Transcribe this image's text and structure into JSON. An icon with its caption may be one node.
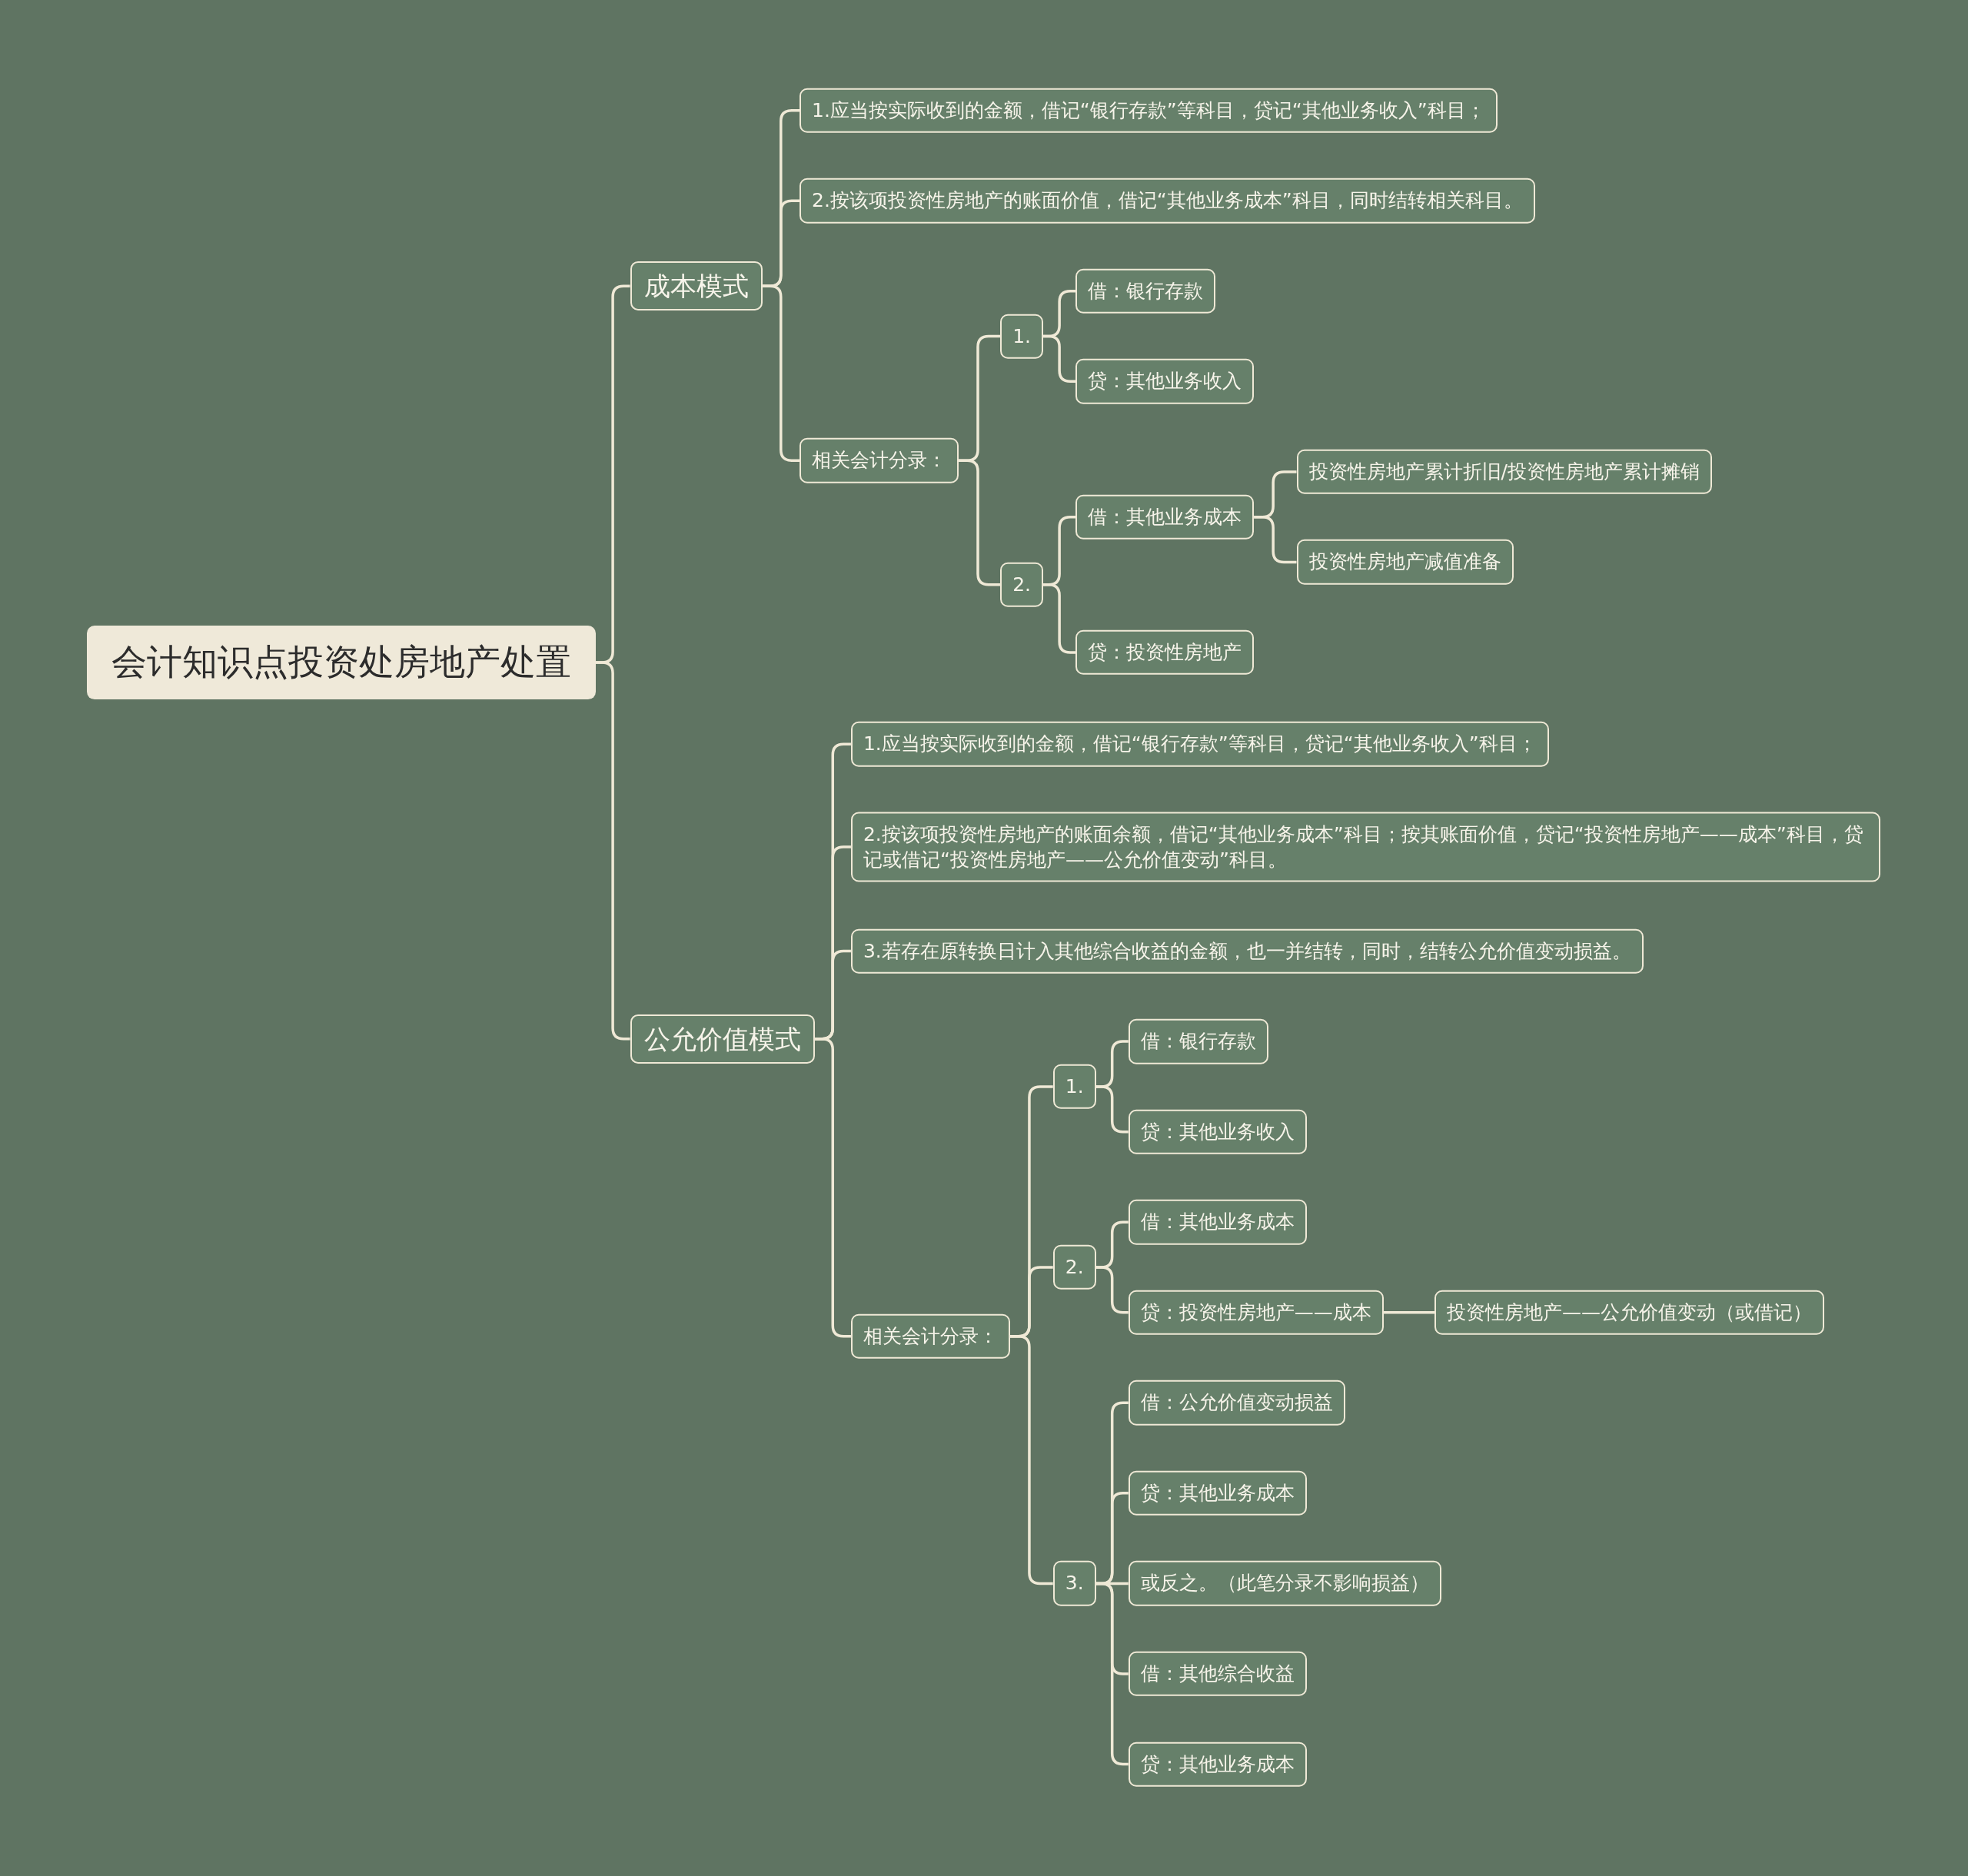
{
  "diagram": {
    "nodes": [
      {
        "text": [
          "会计知识点投资处房地产处置"
        ]
      },
      {
        "text": [
          "成本模式"
        ]
      },
      {
        "text": [
          "1.应当按实际收到的金额，借记“银行存款”等科目，贷记“其他业务收入”科目；"
        ]
      },
      {
        "text": [
          "2.按该项投资性房地产的账面价值，借记“其他业务成本”科目，同时结转相关科目。"
        ]
      },
      {
        "text": [
          "相关会计分录："
        ]
      },
      {
        "text": [
          "1."
        ]
      },
      {
        "text": [
          "借：银行存款"
        ]
      },
      {
        "text": [
          "贷：其他业务收入"
        ]
      },
      {
        "text": [
          "2."
        ]
      },
      {
        "text": [
          "借：其他业务成本"
        ]
      },
      {
        "text": [
          "投资性房地产累计折旧/投资性房地产累计摊销"
        ]
      },
      {
        "text": [
          "投资性房地产减值准备"
        ]
      },
      {
        "text": [
          "贷：投资性房地产"
        ]
      },
      {
        "text": [
          "公允价值模式"
        ]
      },
      {
        "text": [
          "1.应当按实际收到的金额，借记“银行存款”等科目，贷记“其他业务收入”科目；"
        ]
      },
      {
        "text": [
          "2.按该项投资性房地产的账面余额，借记“其他业务成本”科目；按其账面价值，贷记“投资性房地产——成本”科目，贷记或借记“投资性房地产——公允价值变动”科目。"
        ]
      },
      {
        "text": [
          "3.若存在原转换日计入其他综合收益的金额，也一并结转，同时，结转公允价值变动损益。"
        ]
      },
      {
        "text": [
          "相关会计分录："
        ]
      },
      {
        "text": [
          "1."
        ]
      },
      {
        "text": [
          "借：银行存款"
        ]
      },
      {
        "text": [
          "贷：其他业务收入"
        ]
      },
      {
        "text": [
          "2."
        ]
      },
      {
        "text": [
          "借：其他业务成本"
        ]
      },
      {
        "text": [
          "贷：投资性房地产——成本"
        ]
      },
      {
        "text": [
          "投资性房地产——公允价值变动（或借记）"
        ]
      },
      {
        "text": [
          "3."
        ]
      },
      {
        "text": [
          "借：公允价值变动损益"
        ]
      },
      {
        "text": [
          "贷：其他业务成本"
        ]
      },
      {
        "text": [
          "或反之。（此笔分录不影响损益）"
        ]
      },
      {
        "text": [
          "借：其他综合收益"
        ]
      },
      {
        "text": [
          "贷：其他业务成本"
        ]
      }
    ],
    "edges": [
      {
        "from": 0,
        "to": 1,
        "arrow": "none"
      },
      {
        "from": 1,
        "to": 2,
        "arrow": "none"
      },
      {
        "from": 1,
        "to": 3,
        "arrow": "none"
      },
      {
        "from": 1,
        "to": 4,
        "arrow": "none"
      },
      {
        "from": 4,
        "to": 5,
        "arrow": "none"
      },
      {
        "from": 5,
        "to": 6,
        "arrow": "none"
      },
      {
        "from": 5,
        "to": 7,
        "arrow": "none"
      },
      {
        "from": 4,
        "to": 8,
        "arrow": "none"
      },
      {
        "from": 8,
        "to": 9,
        "arrow": "none"
      },
      {
        "from": 9,
        "to": 10,
        "arrow": "none"
      },
      {
        "from": 9,
        "to": 11,
        "arrow": "none"
      },
      {
        "from": 8,
        "to": 12,
        "arrow": "none"
      },
      {
        "from": 0,
        "to": 13,
        "arrow": "none"
      },
      {
        "from": 13,
        "to": 14,
        "arrow": "none"
      },
      {
        "from": 13,
        "to": 15,
        "arrow": "none"
      },
      {
        "from": 13,
        "to": 16,
        "arrow": "none"
      },
      {
        "from": 13,
        "to": 17,
        "arrow": "none"
      },
      {
        "from": 17,
        "to": 18,
        "arrow": "none"
      },
      {
        "from": 18,
        "to": 19,
        "arrow": "none"
      },
      {
        "from": 18,
        "to": 20,
        "arrow": "none"
      },
      {
        "from": 17,
        "to": 21,
        "arrow": "none"
      },
      {
        "from": 21,
        "to": 22,
        "arrow": "none"
      },
      {
        "from": 21,
        "to": 23,
        "arrow": "none"
      },
      {
        "from": 23,
        "to": 24,
        "arrow": "none"
      },
      {
        "from": 17,
        "to": 25,
        "arrow": "none"
      },
      {
        "from": 25,
        "to": 26,
        "arrow": "none"
      },
      {
        "from": 25,
        "to": 27,
        "arrow": "none"
      },
      {
        "from": 25,
        "to": 28,
        "arrow": "none"
      },
      {
        "from": 25,
        "to": 29,
        "arrow": "none"
      },
      {
        "from": 25,
        "to": 30,
        "arrow": "none"
      }
    ]
  }
}
